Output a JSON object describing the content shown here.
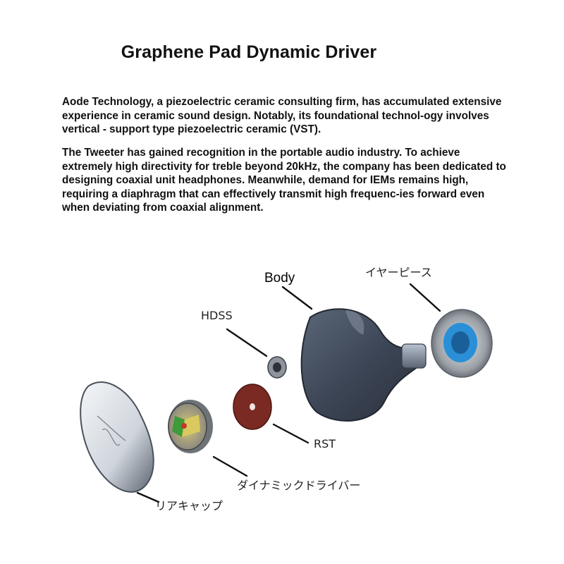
{
  "title": "Graphene Pad Dynamic Driver",
  "paragraphs": [
    "Aode Technology, a piezoelectric ceramic consulting firm, has accumulated extensive experience in ceramic sound design. Notably, its foundational technol-ogy involves vertical - support type piezoelectric ceramic (VST).",
    "The Tweeter has gained recognition in the portable audio industry. To achieve extremely high directivity for treble beyond 20kHz, the company has been dedicated to designing coaxial unit headphones. Meanwhile, demand for IEMs remains high, requiring a diaphragm that can effectively transmit high frequenc-ies forward even when deviating from coaxial alignment."
  ],
  "labels": {
    "body": "Body",
    "eartip": "イヤーピース",
    "hdss": "HDSS",
    "rst": "RST",
    "driver": "ダイナミックドライバー",
    "rear_cap": "リアキャップ"
  },
  "colors": {
    "shell": "#3d4656",
    "eartip_blue": "#2a8fd6",
    "rst_pad": "#7a2a22",
    "driver_green": "#3f9a3a"
  }
}
